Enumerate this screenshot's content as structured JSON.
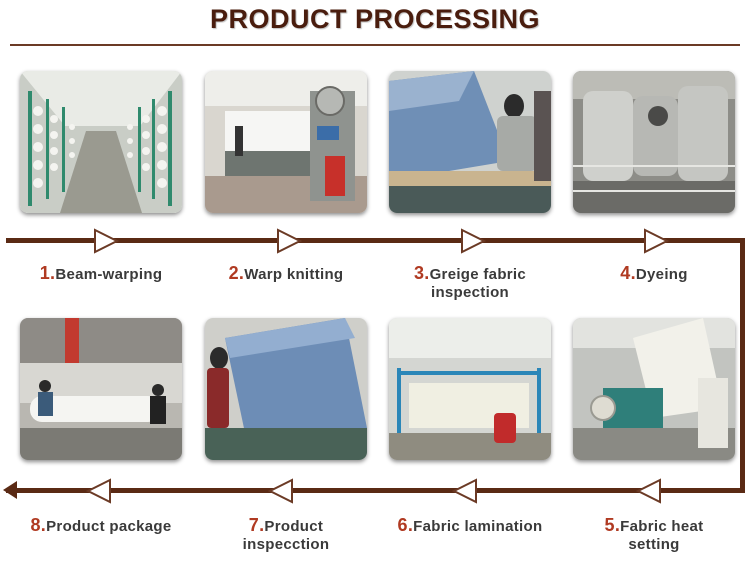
{
  "header": {
    "title": "PRODUCT PROCESSING"
  },
  "colors": {
    "accent": "#5a2a14",
    "number": "#b03a22",
    "title": "#4a1d0e"
  },
  "steps": [
    {
      "num": "1.",
      "line1": "Beam-warping",
      "line2": ""
    },
    {
      "num": "2.",
      "line1": "Warp knitting",
      "line2": ""
    },
    {
      "num": "3.",
      "line1": "Greige fabric",
      "line2": "inspection"
    },
    {
      "num": "4.",
      "line1": "Dyeing",
      "line2": ""
    },
    {
      "num": "5.",
      "line1": "Fabric heat",
      "line2": "setting"
    },
    {
      "num": "6.",
      "line1": "Fabric lamination",
      "line2": ""
    },
    {
      "num": "7.",
      "line1": "Product",
      "line2": "inspecction"
    },
    {
      "num": "8.",
      "line1": "Product package",
      "line2": ""
    }
  ],
  "icons": {
    "flow_arrow": "triangle-arrow-icon"
  }
}
